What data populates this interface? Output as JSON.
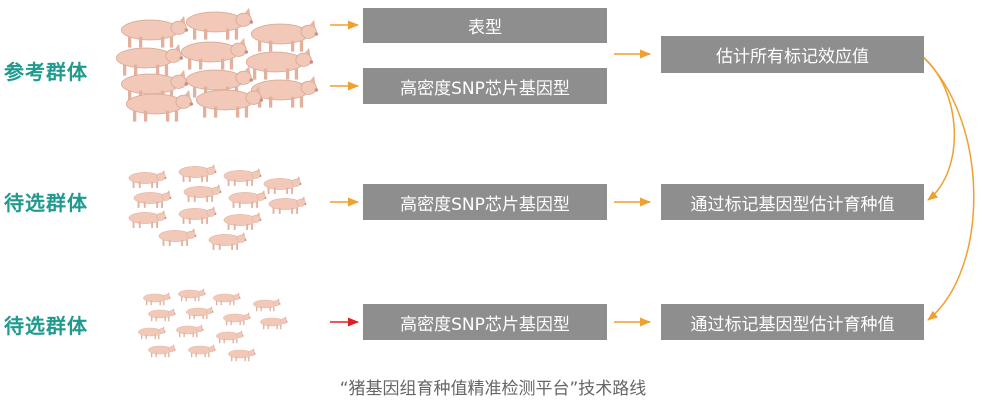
{
  "groups": {
    "reference": "参考群体",
    "candidate1": "待选群体",
    "candidate2": "待选群体"
  },
  "boxes": {
    "phenotype": "表型",
    "genotype_ref": "高密度SNP芯片基因型",
    "estimate_effects": "估计所有标记效应值",
    "genotype_cand1": "高密度SNP芯片基因型",
    "gebv_cand1": "通过标记基因型估计育种值",
    "genotype_cand2": "高密度SNP芯片基因型",
    "gebv_cand2": "通过标记基因型估计育种值"
  },
  "caption": "“猪基因组育种值精准检测平台”技术路线",
  "colors": {
    "group_label": "#1f9a8f",
    "box_fill": "#8e8e8e",
    "arrow_orange": "#f0a030",
    "arrow_red": "#e02020",
    "pig_body": "#f2c9b8"
  }
}
